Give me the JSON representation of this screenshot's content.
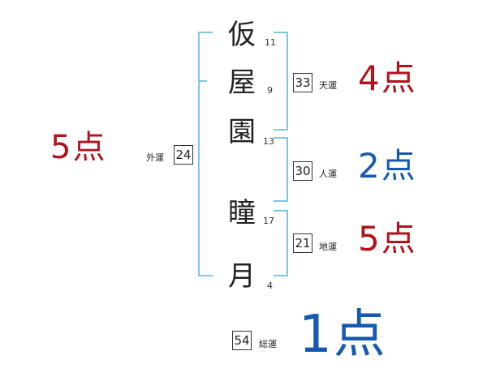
{
  "name": {
    "chars": [
      {
        "char": "仮",
        "strokes": "11"
      },
      {
        "char": "屋",
        "strokes": "9"
      },
      {
        "char": "園",
        "strokes": "13"
      },
      {
        "char": "瞳",
        "strokes": "17"
      },
      {
        "char": "月",
        "strokes": "4"
      }
    ]
  },
  "fortunes": {
    "gaiun": {
      "label": "外運",
      "value": "24",
      "score": "5点"
    },
    "tenun": {
      "label": "天運",
      "value": "33",
      "score": "4点"
    },
    "jinun": {
      "label": "人運",
      "value": "30",
      "score": "2点"
    },
    "chiun": {
      "label": "地運",
      "value": "21",
      "score": "5点"
    },
    "souun": {
      "label": "総運",
      "value": "54",
      "score": "1点"
    }
  },
  "colors": {
    "bracket": "#7fc4e0",
    "score_red": "#b3121b",
    "score_blue": "#1659b0"
  }
}
